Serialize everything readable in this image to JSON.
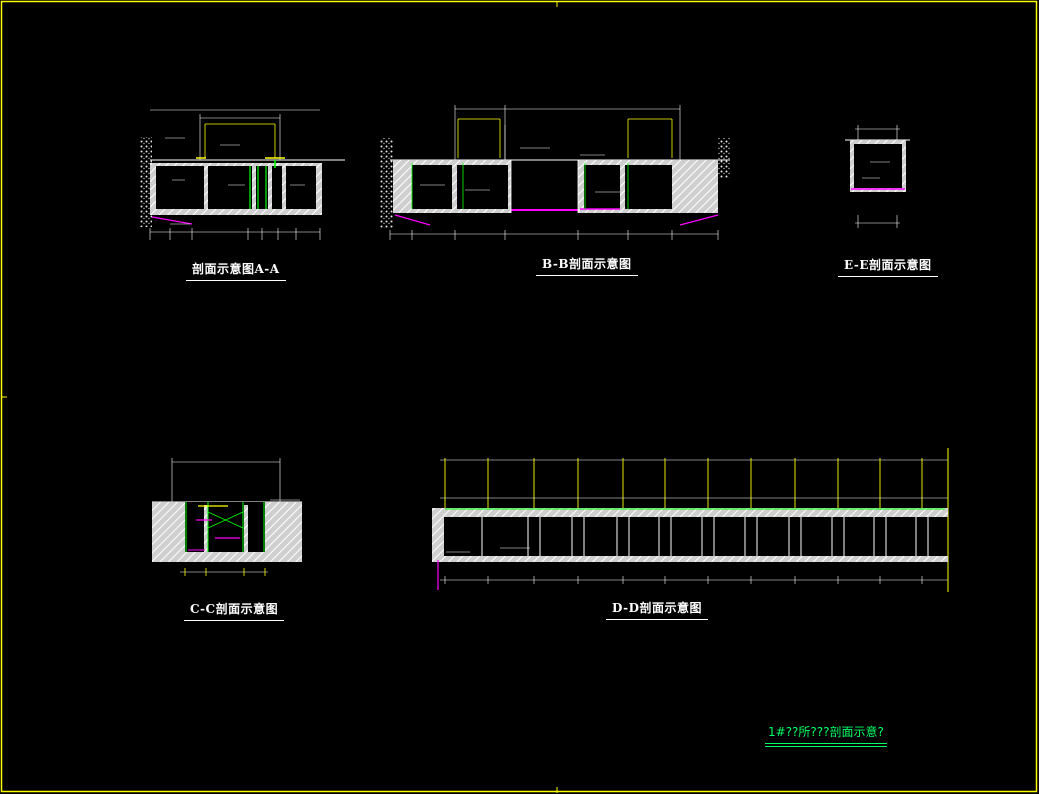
{
  "drawing": {
    "colors": {
      "background": "#000000",
      "border": "#ffff00",
      "line": "#ffffff",
      "dimension": "#ffff00",
      "accent_green": "#00ff00",
      "accent_magenta": "#ff00ff",
      "sheet_title": "#00ff66"
    },
    "sections": {
      "aa": {
        "title": "剖面示意图A-A"
      },
      "bb": {
        "title": "B-B剖面示意图"
      },
      "ee": {
        "title": "E-E剖面示意图"
      },
      "cc": {
        "title": "C-C剖面示意图"
      },
      "dd": {
        "title": "D-D剖面示意图"
      }
    },
    "sheet_title": "1#??所???剖面示意?"
  }
}
